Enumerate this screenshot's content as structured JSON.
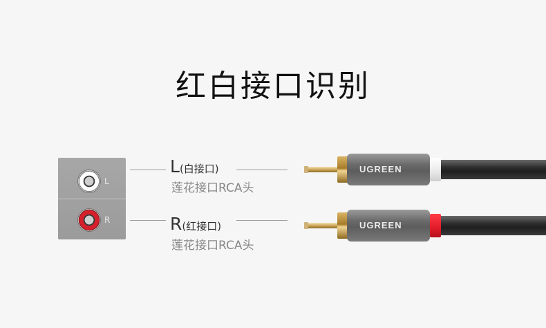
{
  "title": "红白接口识别",
  "panel": {
    "jacks": [
      {
        "label": "L",
        "color": "#ffffff"
      },
      {
        "label": "R",
        "color": "#d71f2b"
      }
    ]
  },
  "connectors": [
    {
      "letter": "L",
      "paren": "(白接口)",
      "subtitle": "莲花接口RCA头",
      "sleeve_color": "#ffffff"
    },
    {
      "letter": "R",
      "paren": "(红接口)",
      "subtitle": "莲花接口RCA头",
      "sleeve_color": "#e21c2a"
    }
  ],
  "brand": "UGREEN"
}
